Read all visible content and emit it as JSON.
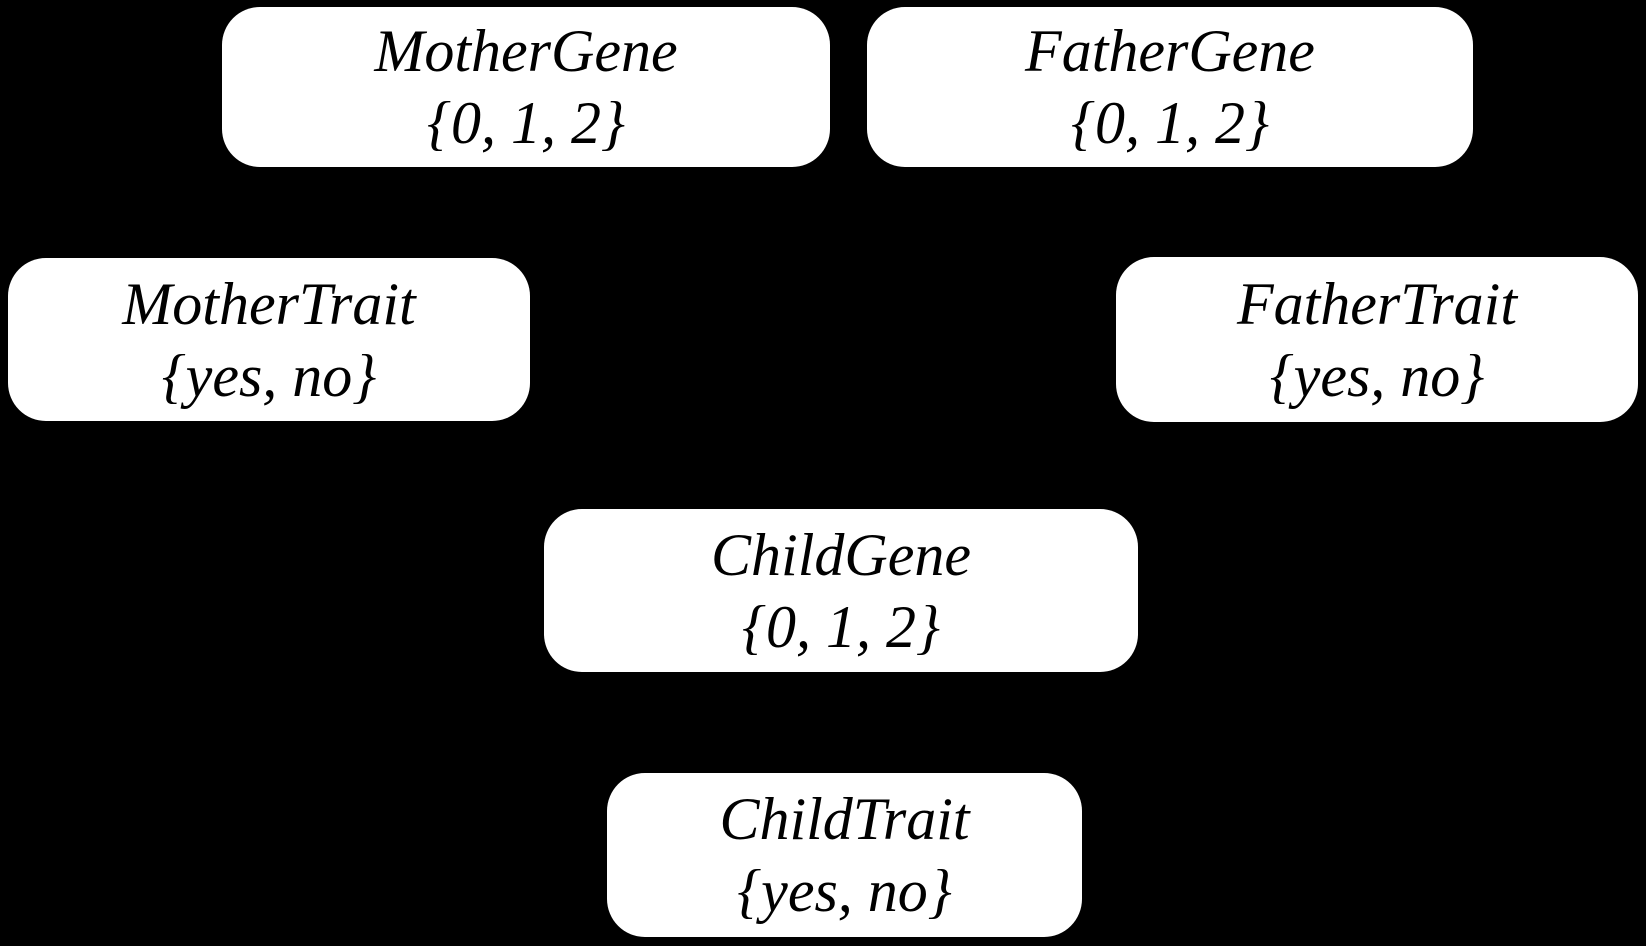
{
  "diagram": {
    "type": "bayesian-network",
    "background_color": "#000000",
    "node_fill_color": "#ffffff",
    "node_text_color": "#000000"
  },
  "nodes": [
    {
      "id": "mother-gene",
      "name": "MotherGene",
      "domain": "{0, 1, 2}"
    },
    {
      "id": "father-gene",
      "name": "FatherGene",
      "domain": "{0, 1, 2}"
    },
    {
      "id": "mother-trait",
      "name": "MotherTrait",
      "domain": "{yes, no}"
    },
    {
      "id": "father-trait",
      "name": "FatherTrait",
      "domain": "{yes, no}"
    },
    {
      "id": "child-gene",
      "name": "ChildGene",
      "domain": "{0, 1, 2}"
    },
    {
      "id": "child-trait",
      "name": "ChildTrait",
      "domain": "{yes, no}"
    }
  ]
}
